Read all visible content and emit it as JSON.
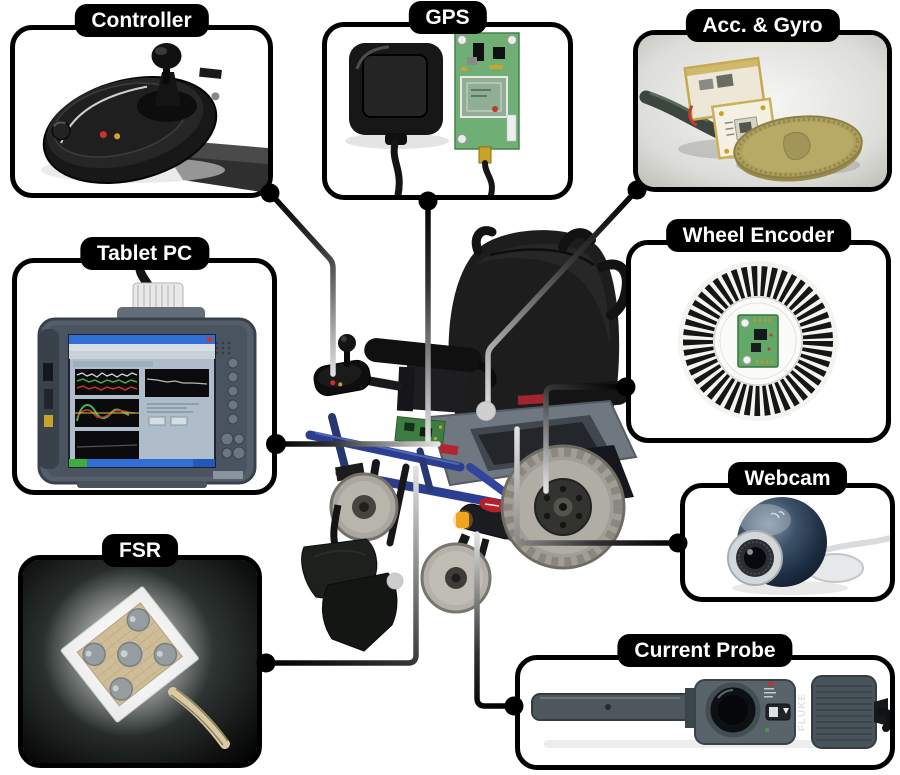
{
  "figure": {
    "subject": "Instrumented power wheelchair sensor diagram",
    "center_subject": "power wheelchair"
  },
  "callouts": [
    {
      "id": "controller",
      "label": "Controller"
    },
    {
      "id": "gps",
      "label": "GPS"
    },
    {
      "id": "acc_gyro",
      "label": "Acc. & Gyro"
    },
    {
      "id": "tablet_pc",
      "label": "Tablet PC"
    },
    {
      "id": "wheel_encoder",
      "label": "Wheel Encoder"
    },
    {
      "id": "webcam",
      "label": "Webcam"
    },
    {
      "id": "fsr",
      "label": "FSR"
    },
    {
      "id": "current_probe",
      "label": "Current Probe"
    }
  ],
  "photo_labels": {
    "current_probe_brand": "FLUKE"
  },
  "colors": {
    "background": "#ffffff",
    "box_border": "#000000",
    "label_bg": "#000000",
    "label_text": "#ffffff",
    "connector_start": "#000000",
    "connector_end": "#e6e6e6",
    "marker_dot": "#cccccc",
    "pcb_green": "#67a86a",
    "coin_gold": "#ad9f5c",
    "frame_blue": "#2c3e8f"
  }
}
